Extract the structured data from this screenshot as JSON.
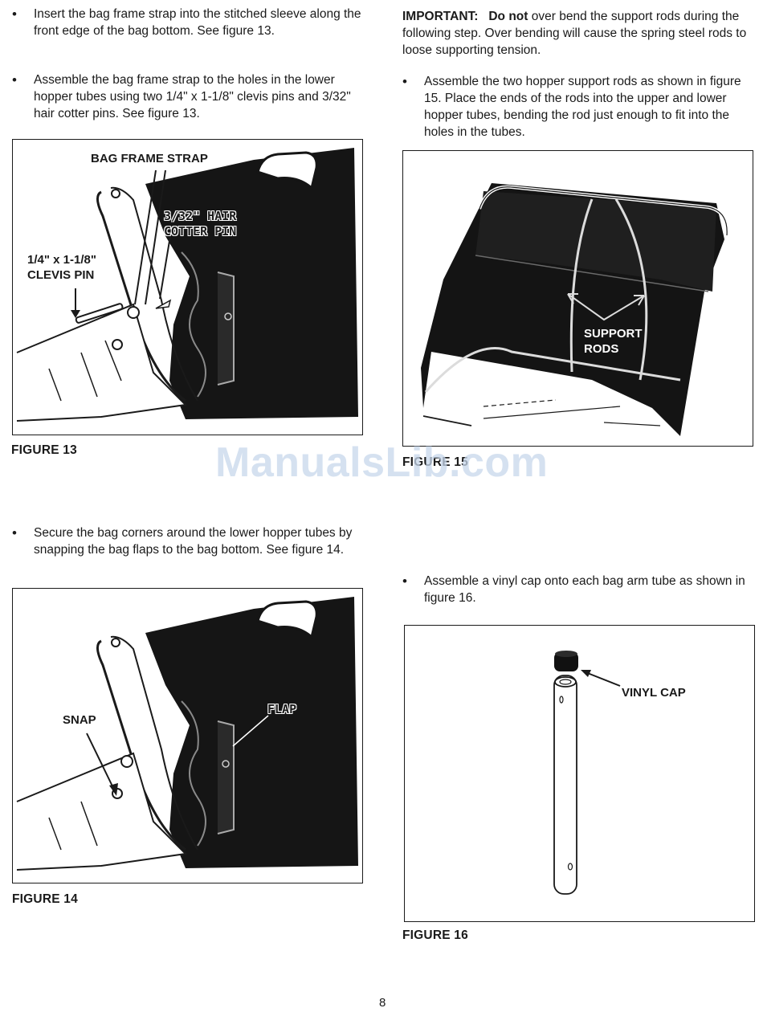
{
  "left": {
    "bullet1": "Insert the bag frame strap into the stitched sleeve along the front edge of the bag bottom. See figure 13.",
    "bullet2": "Assemble the bag frame strap to the holes in the lower hopper tubes using two 1/4\" x 1-1/8\" clevis pins and 3/32\" hair cotter pins. See figure 13.",
    "bullet3": "Secure the bag corners around the lower hopper tubes by snapping the bag flaps to the bag bottom. See figure 14."
  },
  "right": {
    "important_label": "IMPORTANT:",
    "important_emph": "Do not",
    "important_text": " over bend the support rods during the following step. Over bending will cause the spring steel rods to loose supporting tension.",
    "bullet1": "Assemble the two hopper support rods as shown in figure 15. Place the ends of the rods into the upper and lower hopper tubes, bending the rod just enough to fit into the holes in the tubes.",
    "bullet2": "Assemble a vinyl cap onto each bag arm tube as shown in figure 16."
  },
  "figure13": {
    "caption": "FIGURE 13",
    "label_strap": "BAG FRAME STRAP",
    "label_cotter_1": "3/32\" HAIR",
    "label_cotter_2": "COTTER PIN",
    "label_clevis_1": "1/4\" x 1-1/8\"",
    "label_clevis_2": "CLEVIS PIN"
  },
  "figure14": {
    "caption": "FIGURE 14",
    "label_snap": "SNAP",
    "label_flap": "FLAP"
  },
  "figure15": {
    "caption": "FIGURE 15",
    "label_support_1": "SUPPORT",
    "label_support_2": "RODS"
  },
  "figure16": {
    "caption": "FIGURE 16",
    "label_cap": "VINYL CAP"
  },
  "watermark": "ManualsLib.com",
  "page_number": "8"
}
